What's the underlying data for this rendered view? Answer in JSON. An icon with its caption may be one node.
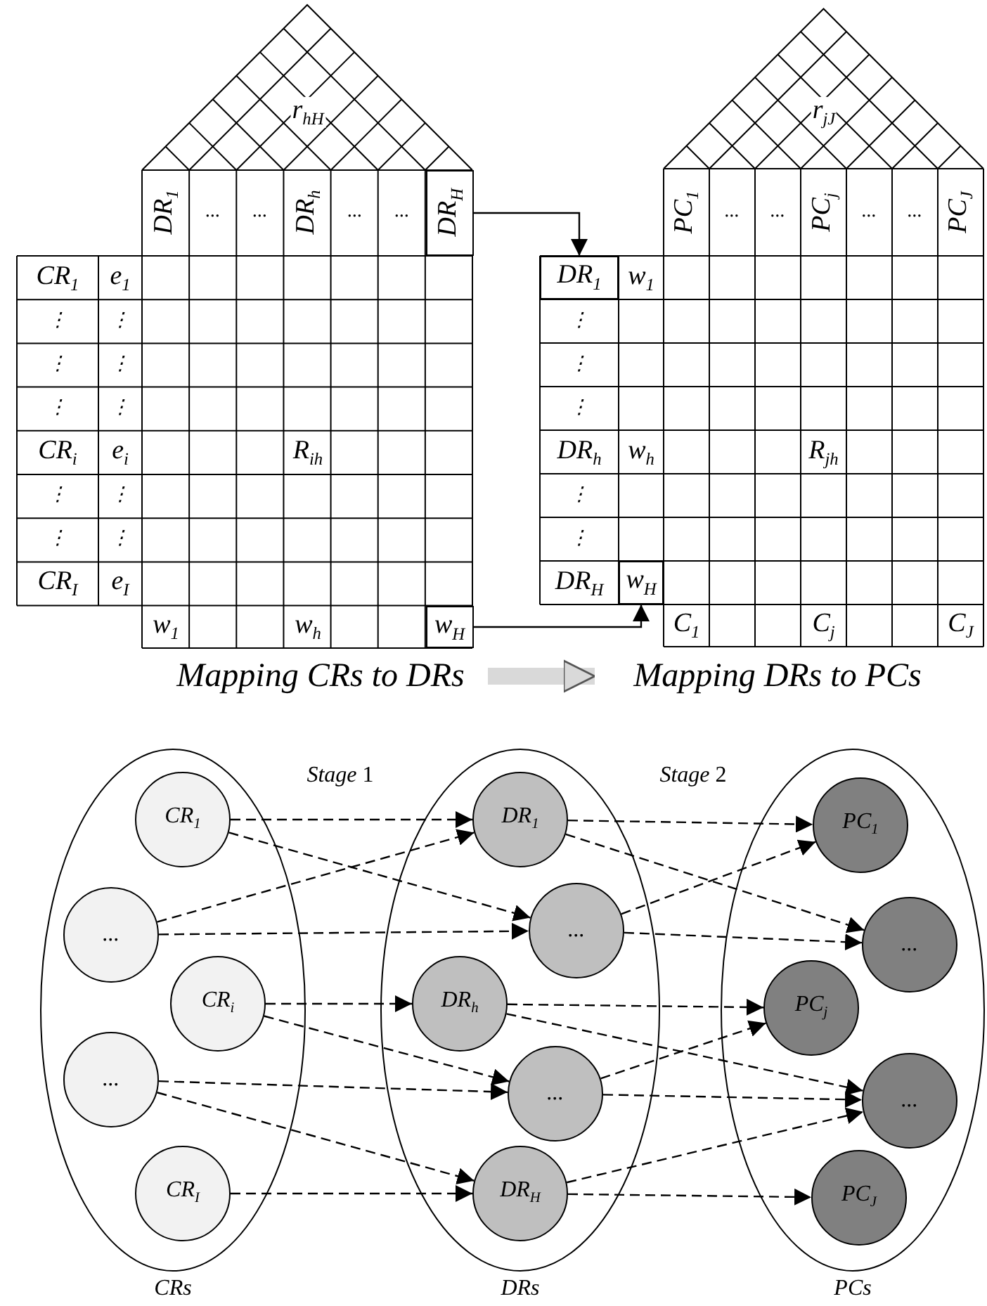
{
  "diagram": {
    "nodes": [
      {
        "text": [
          "DR$_{H}$"
        ]
      },
      {
        "text": [
          "DR$_{1}$"
        ]
      },
      {
        "text": [
          "w$_{H}$"
        ]
      },
      {
        "text": [
          "w$_{H}$"
        ]
      },
      {
        "text": [
          "Mapping CRs to DRs"
        ]
      },
      {
        "text": [
          "Mapping DRs to PCs"
        ]
      },
      {
        "text": [
          "CRs"
        ]
      },
      {
        "text": [
          "CR$_{1}$"
        ],
        "in": 6
      },
      {
        "text": [
          "..."
        ],
        "in": 6
      },
      {
        "text": [
          "CR$_{i}$"
        ],
        "in": 6
      },
      {
        "text": [
          "..."
        ],
        "in": 6
      },
      {
        "text": [
          "CR$_{I}$"
        ],
        "in": 6
      },
      {
        "text": [
          "DRs"
        ]
      },
      {
        "text": [
          "DR$_{1}$"
        ],
        "in": 12
      },
      {
        "text": [
          "..."
        ],
        "in": 12
      },
      {
        "text": [
          "DR$_{h}$"
        ],
        "in": 12
      },
      {
        "text": [
          "..."
        ],
        "in": 12
      },
      {
        "text": [
          "DR$_{H}$"
        ],
        "in": 12
      },
      {
        "text": [
          "PCs"
        ]
      },
      {
        "text": [
          "PC$_{1}$"
        ],
        "in": 18
      },
      {
        "text": [
          "..."
        ],
        "in": 18
      },
      {
        "text": [
          "PC$_{j}$"
        ],
        "in": 18
      },
      {
        "text": [
          "..."
        ],
        "in": 18
      },
      {
        "text": [
          "PC$_{J}$"
        ],
        "in": 18
      }
    ],
    "edges": [
      {
        "from": 0,
        "to": 1,
        "arrow": "to"
      },
      {
        "from": 2,
        "to": 3,
        "arrow": "to"
      },
      {
        "from": 4,
        "to": 5,
        "arrow": "to",
        "style": "thick",
        "color": "#d9d9d9"
      },
      {
        "from": 7,
        "to": 13,
        "arrow": "to",
        "style": "dashed"
      },
      {
        "from": 7,
        "to": 14,
        "arrow": "to",
        "style": "dashed"
      },
      {
        "from": 8,
        "to": 13,
        "arrow": "to",
        "style": "dashed"
      },
      {
        "from": 8,
        "to": 14,
        "arrow": "to",
        "style": "dashed"
      },
      {
        "from": 9,
        "to": 15,
        "arrow": "to",
        "style": "dashed"
      },
      {
        "from": 9,
        "to": 16,
        "arrow": "to",
        "style": "dashed"
      },
      {
        "from": 10,
        "to": 16,
        "arrow": "to",
        "style": "dashed"
      },
      {
        "from": 10,
        "to": 17,
        "arrow": "to",
        "style": "dashed"
      },
      {
        "from": 11,
        "to": 17,
        "arrow": "to",
        "style": "dashed"
      },
      {
        "from": 13,
        "to": 19,
        "arrow": "to",
        "style": "dashed"
      },
      {
        "from": 13,
        "to": 20,
        "arrow": "to",
        "style": "dashed"
      },
      {
        "from": 14,
        "to": 19,
        "arrow": "to",
        "style": "dashed"
      },
      {
        "from": 14,
        "to": 20,
        "arrow": "to",
        "style": "dashed"
      },
      {
        "from": 15,
        "to": 21,
        "arrow": "to",
        "style": "dashed"
      },
      {
        "from": 15,
        "to": 22,
        "arrow": "to",
        "style": "dashed"
      },
      {
        "from": 16,
        "to": 21,
        "arrow": "to",
        "style": "dashed"
      },
      {
        "from": 16,
        "to": 22,
        "arrow": "to",
        "style": "dashed"
      },
      {
        "from": 17,
        "to": 22,
        "arrow": "to",
        "style": "dashed"
      },
      {
        "from": 17,
        "to": 23,
        "arrow": "to",
        "style": "dashed"
      }
    ],
    "labels": [
      "r$_{hH}$",
      "DR$_{1}$",
      "...",
      "...",
      "DR$_{h}$",
      "...",
      "...",
      "CR$_{1}$",
      "e$_{1}$",
      "⋮",
      "⋮",
      "⋮",
      "⋮",
      "⋮",
      "⋮",
      "CR$_{i}$",
      "e$_{i}$",
      "R$_{ih}$",
      "⋮",
      "⋮",
      "⋮",
      "⋮",
      "CR$_{I}$",
      "e$_{I}$",
      "w$_{1}$",
      "w$_{h}$",
      "r$_{jJ}$",
      "PC$_{1}$",
      "...",
      "...",
      "PC$_{j}$",
      "...",
      "...",
      "PC$_{J}$",
      "w$_{1}$",
      "⋮",
      "⋮",
      "⋮",
      "DR$_{h}$",
      "w$_{h}$",
      "R$_{jh}$",
      "⋮",
      "⋮",
      "DR$_{H}$",
      "C$_{1}$",
      "C$_{j}$",
      "C$_{J}$",
      "*Stage* 1",
      "*Stage* 2"
    ]
  }
}
